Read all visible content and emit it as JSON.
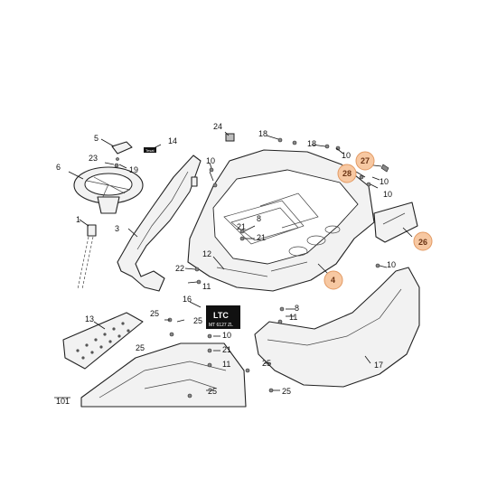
{
  "diagram": {
    "part_numbers": {
      "p1": "1",
      "p3": "3",
      "p4": "4",
      "p5": "5",
      "p6": "6",
      "p8": "8",
      "p10a": "10",
      "p10b": "10",
      "p10c": "10",
      "p10d": "10",
      "p11a": "11",
      "p11b": "11",
      "p12": "12",
      "p13": "13",
      "p14": "14",
      "p16": "16",
      "p17": "17",
      "p18a": "18",
      "p18b": "18",
      "p19": "19",
      "p21a": "21",
      "p21b": "21",
      "p22": "22",
      "p23": "23",
      "p24": "24",
      "p25a": "25",
      "p25b": "25",
      "p25c": "25",
      "p25d": "25",
      "p25e": "25",
      "p26": "26",
      "p27": "27",
      "p28": "28",
      "p101": "101"
    },
    "highlighted_parts": [
      "4",
      "26",
      "27",
      "28"
    ],
    "badge_small": "Tesat",
    "badge_label": "MT 6127 ZL",
    "badge_logo": "LTC",
    "colors": {
      "highlight": "#f7c8a2",
      "line": "#222222"
    }
  }
}
